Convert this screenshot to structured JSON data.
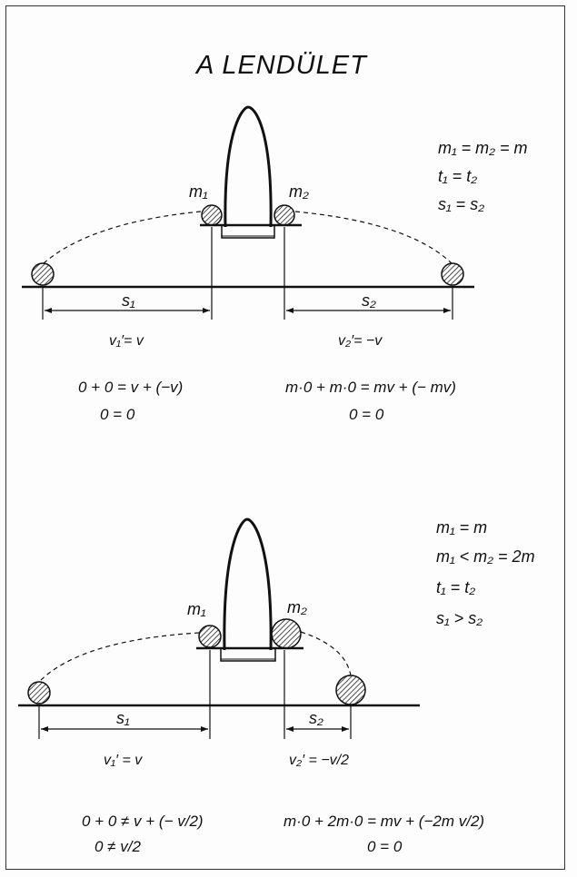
{
  "title": "A LENDÜLET",
  "top": {
    "ball_left_label": "m₁",
    "ball_right_label": "m₂",
    "conditions": [
      "m₁ = m₂ = m",
      "t₁ = t₂",
      "s₁ = s₂"
    ],
    "dist_left": "s₁",
    "dist_right": "s₂",
    "vel_left": "v₁′= v",
    "vel_right": "v₂′= −v",
    "eq_left_1": "0 + 0  =  v + (−v)",
    "eq_left_2": "0  =  0",
    "eq_right_1": "m·0 + m·0 = mv + (− mv)",
    "eq_right_2": "0  =  0"
  },
  "bottom": {
    "ball_left_label": "m₁",
    "ball_right_label": "m₂",
    "conditions": [
      "m₁ = m",
      "m₁ < m₂ = 2m",
      "t₁ = t₂",
      "s₁ > s₂"
    ],
    "dist_left": "s₁",
    "dist_right": "s₂",
    "vel_left": "v₁′ = v",
    "vel_right": "v₂′ = −v/2",
    "eq_left_1": "0 + 0 ≠ v + (− v/2)",
    "eq_left_2": "0 ≠ v/2",
    "eq_right_1": "m·0 + 2m·0  =  mv + (−2m v/2)",
    "eq_right_2": "0 = 0"
  },
  "colors": {
    "ink": "#111111",
    "hatch": "#222222"
  }
}
